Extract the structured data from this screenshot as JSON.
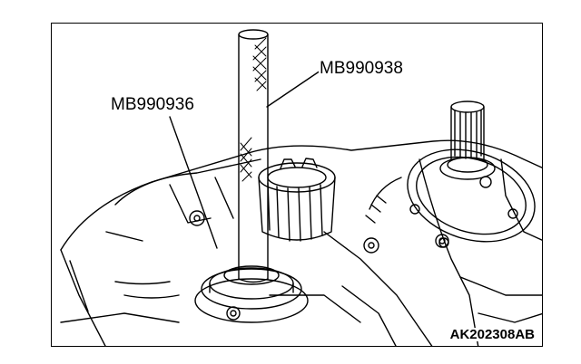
{
  "callouts": {
    "tool_a": "MB990936",
    "tool_b": "MB990938"
  },
  "figure_id": "AK202308AB",
  "colors": {
    "line": "#000000",
    "background": "#ffffff"
  }
}
